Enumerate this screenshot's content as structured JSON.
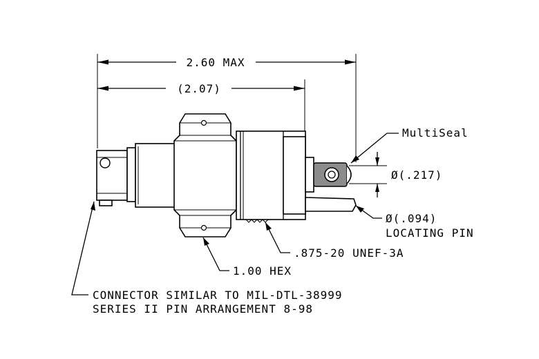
{
  "labels": {
    "overall_length": "2.60 MAX",
    "body_length": "(2.07)",
    "seal_name": "MultiSeal",
    "seal_diameter": "Ø(.217)",
    "pin_diameter": "Ø(.094)",
    "pin_name": "LOCATING PIN",
    "thread_spec": ".875-20 UNEF-3A",
    "hex_size": "1.00 HEX",
    "connector_note_line1": "CONNECTOR SIMILAR TO MIL-DTL-38999",
    "connector_note_line2": "SERIES II PIN ARRANGEMENT 8-98"
  }
}
